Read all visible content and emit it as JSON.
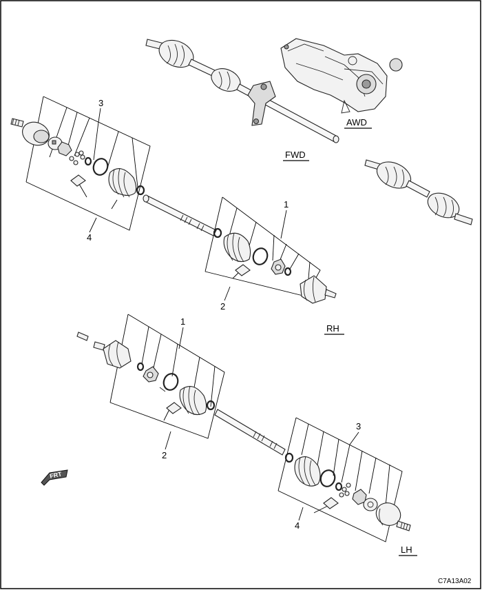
{
  "labels": {
    "awd": "AWD",
    "fwd": "FWD",
    "rh": "RH",
    "lh": "LH"
  },
  "callouts": {
    "rh_top_3": "3",
    "rh_top_4": "4",
    "rh_mid_1": "1",
    "rh_mid_2": "2",
    "lh_top_1": "1",
    "lh_top_2": "2",
    "lh_bot_3": "3",
    "lh_bot_4": "4"
  },
  "front_indicator": "FRT",
  "figure_code": "C7A13A02"
}
